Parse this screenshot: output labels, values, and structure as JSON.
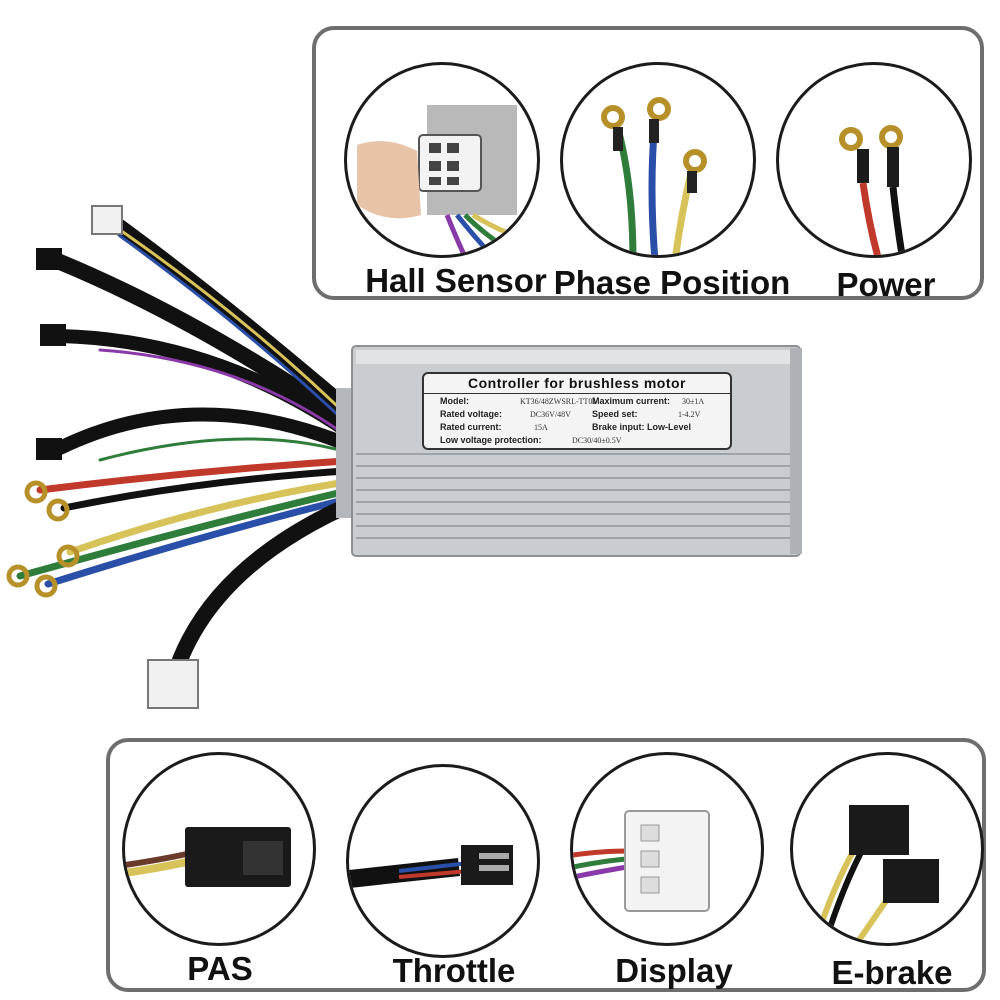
{
  "top_panel": {
    "items": [
      {
        "label": "Hall Sensor",
        "icon": "hall-sensor-connector-icon"
      },
      {
        "label": "Phase Position",
        "icon": "phase-wires-icon"
      },
      {
        "label": "Power",
        "icon": "power-wires-icon"
      }
    ]
  },
  "bottom_panel": {
    "items": [
      {
        "label": "PAS",
        "icon": "pas-connector-icon"
      },
      {
        "label": "Throttle",
        "icon": "throttle-connector-icon"
      },
      {
        "label": "Display",
        "icon": "display-connector-icon"
      },
      {
        "label": "E-brake",
        "icon": "ebrake-connector-icon"
      }
    ]
  },
  "controller": {
    "plate_title": "Controller for brushless motor",
    "rows": [
      {
        "label": "Model:",
        "value": "KT36/48ZWSRL-TT01",
        "label2": "Maximum current:",
        "value2": "30±1A"
      },
      {
        "label": "Rated voltage:",
        "value": "DC36V/48V",
        "label2": "Speed  set:",
        "value2": "1-4.2V"
      },
      {
        "label": "Rated current:",
        "value": "15A",
        "label2": "Brake input: Low-Level",
        "value2": ""
      },
      {
        "label": "Low voltage protection:",
        "value": "DC30/40±0.5V",
        "label2": "",
        "value2": ""
      }
    ]
  },
  "colors": {
    "panel_border": "#6e6e6e",
    "housing": "#c9cdd1",
    "wire_yellow": "#d8c35a",
    "wire_green": "#2f7d3a",
    "wire_blue": "#2a4fa8",
    "wire_red": "#c0392b"
  }
}
